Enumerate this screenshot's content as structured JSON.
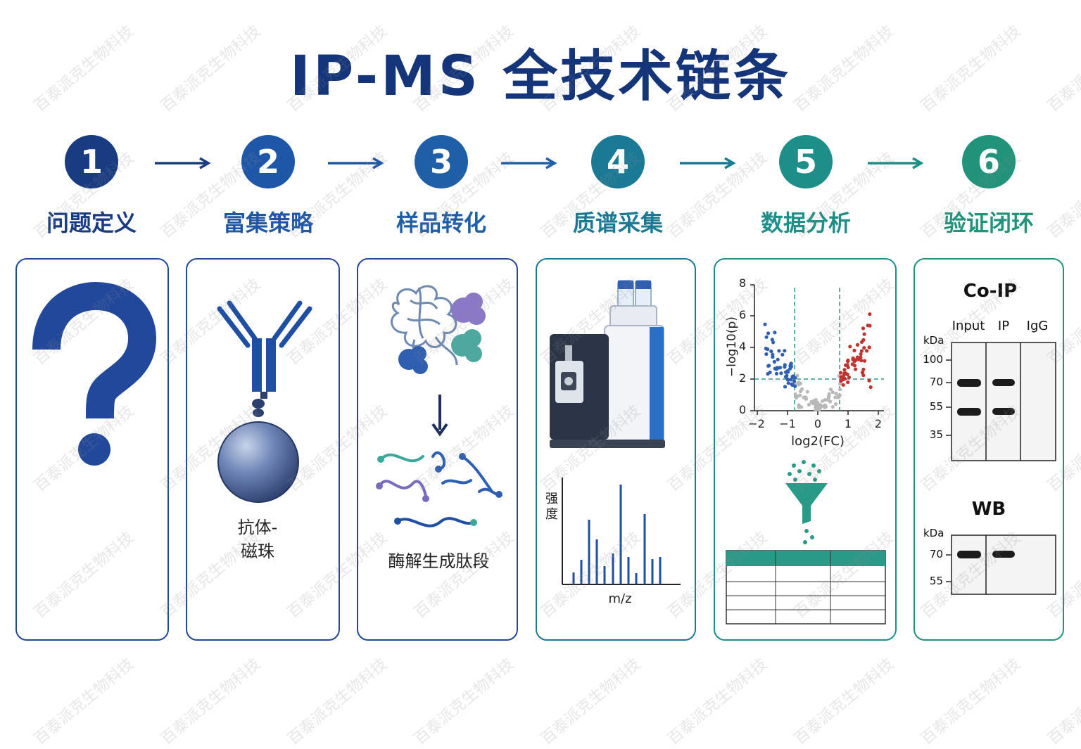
{
  "title": "IP-MS 全技术链条",
  "steps": [
    {
      "num": "1",
      "label": "问题定义",
      "color": "#183b82"
    },
    {
      "num": "2",
      "label": "富集策略",
      "color": "#1e56a8"
    },
    {
      "num": "3",
      "label": "样品转化",
      "color": "#1f5fa8"
    },
    {
      "num": "4",
      "label": "质谱采集",
      "color": "#1a7a96"
    },
    {
      "num": "5",
      "label": "数据分析",
      "color": "#1d8f88"
    },
    {
      "num": "6",
      "label": "验证闭环",
      "color": "#20937a"
    }
  ],
  "cards": {
    "c2": {
      "caption_line1": "抗体-",
      "caption_line2": "磁珠"
    },
    "c3": {
      "caption": "酶解生成肽段"
    },
    "c4": {
      "ylabel_1": "强",
      "ylabel_2": "度",
      "xlabel": "m/z"
    },
    "c5": {
      "volcano_ylabel": "−log10(p)",
      "volcano_xlabel": "log2(FC)",
      "yticks": [
        "0",
        "2",
        "4",
        "6",
        "8"
      ],
      "xticks": [
        "−2",
        "−1",
        "0",
        "1",
        "2"
      ]
    },
    "c6": {
      "coip_title": "Co-IP",
      "lanes": [
        "Input",
        "IP",
        "IgG"
      ],
      "kda": "kDa",
      "coip_markers": [
        "100",
        "70",
        "55",
        "35"
      ],
      "wb_title": "WB",
      "wb_markers": [
        "70",
        "55"
      ]
    }
  },
  "watermark": "百泰派克生物科技"
}
